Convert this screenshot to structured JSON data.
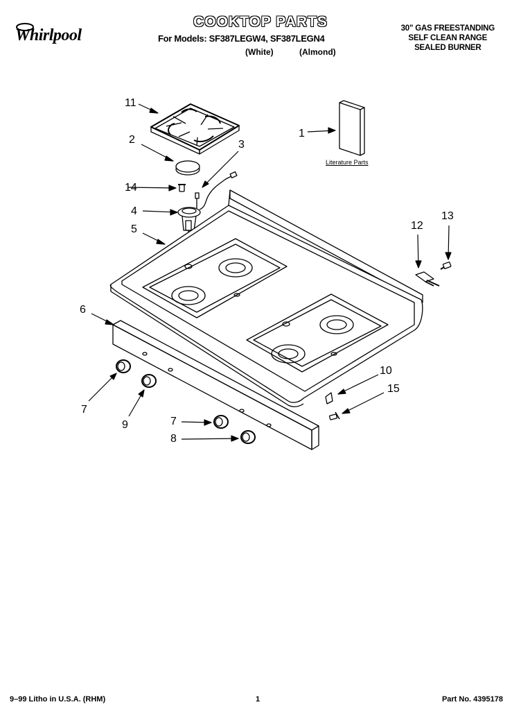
{
  "header": {
    "brand": "Whirlpool",
    "title": "COOKTOP PARTS",
    "models_line": "For Models: SF387LEGW4, SF387LEGN4",
    "color_white": "(White)",
    "color_almond": "(Almond)",
    "description": [
      "30\" GAS FREESTANDING",
      "SELF CLEAN RANGE",
      "SEALED BURNER"
    ]
  },
  "literature_label": "Literature Parts",
  "callouts": [
    "11",
    "2",
    "3",
    "14",
    "4",
    "5",
    "1",
    "12",
    "13",
    "6",
    "7",
    "9",
    "7",
    "8",
    "10",
    "15"
  ],
  "footer": {
    "left": "9–99 Litho in U.S.A. (RHM)",
    "center": "1",
    "right": "Part No. 4395178"
  }
}
